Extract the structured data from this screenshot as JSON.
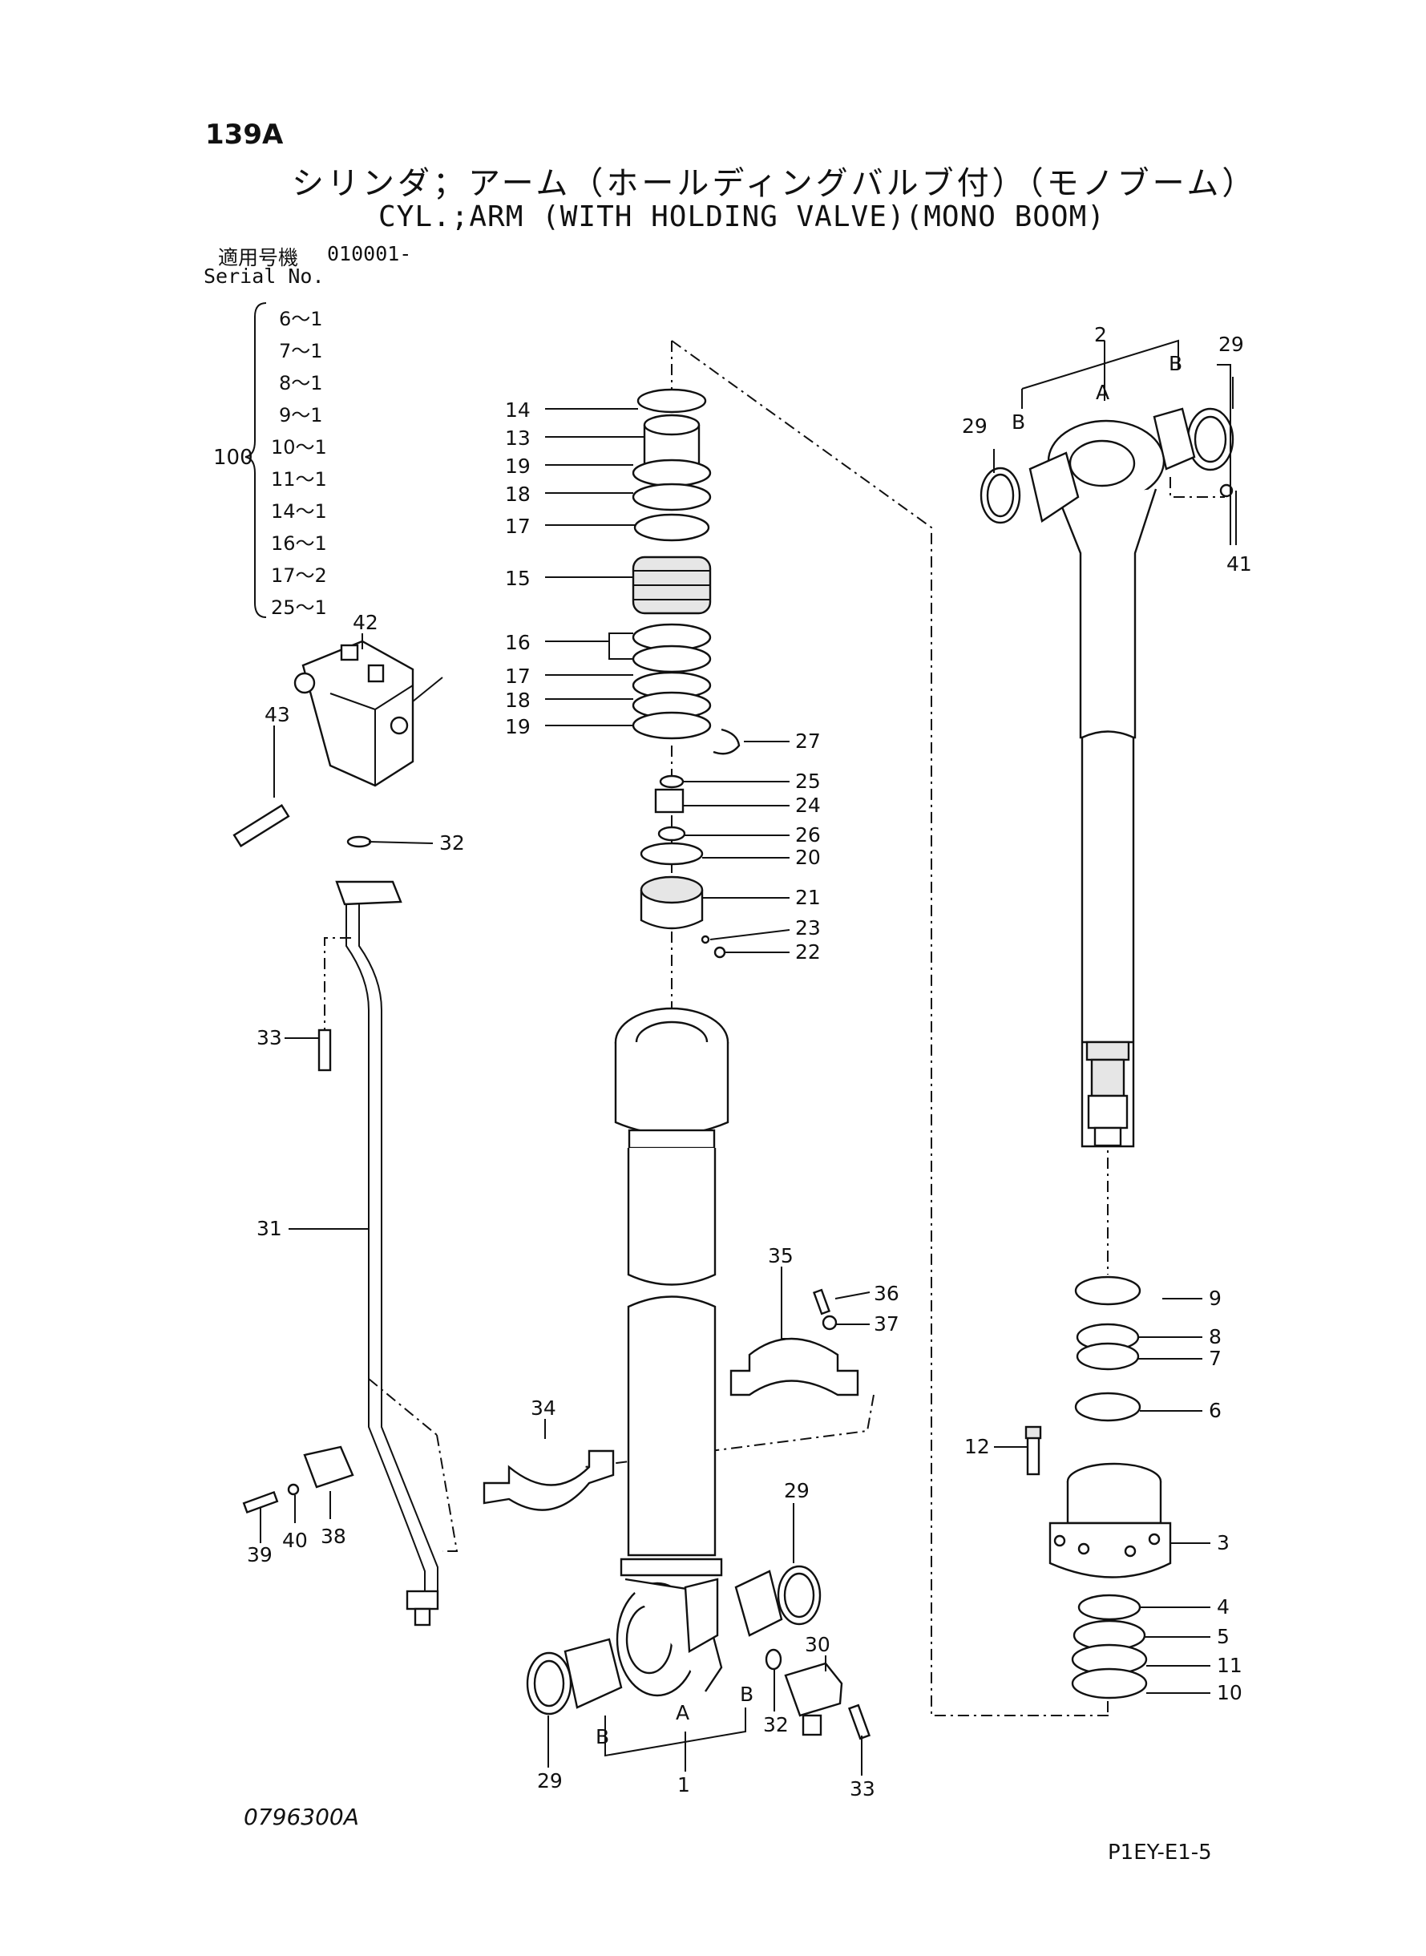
{
  "header": {
    "page_code": "139A",
    "title_ja": "シリンダ；アーム（ホールディングバルブ付）（モノブーム）",
    "title_en": "CYL.;ARM (WITH HOLDING VALVE)(MONO BOOM)",
    "serial_label_ja": "適用号機",
    "serial_value": "010001-",
    "serial_label_en": "Serial No."
  },
  "kit": {
    "label": "100",
    "items": [
      "6～1",
      "7～1",
      "8～1",
      "9～1",
      "10～1",
      "11～1",
      "14～1",
      "16～1",
      "17～2",
      "25～1"
    ]
  },
  "callouts": {
    "c1": "1",
    "c2": "2",
    "c3": "3",
    "c4": "4",
    "c5": "5",
    "c6": "6",
    "c7": "7",
    "c8": "8",
    "c9": "9",
    "c10": "10",
    "c11": "11",
    "c12": "12",
    "c13": "13",
    "c14": "14",
    "c15": "15",
    "c16": "16",
    "c17": "17",
    "c17b": "17",
    "c18": "18",
    "c18b": "18",
    "c19": "19",
    "c19b": "19",
    "c20": "20",
    "c21": "21",
    "c22": "22",
    "c23": "23",
    "c24": "24",
    "c25": "25",
    "c26": "26",
    "c27": "27",
    "c29a": "29",
    "c29b": "29",
    "c29c": "29",
    "c29d": "29",
    "c30": "30",
    "c31": "31",
    "c32a": "32",
    "c32b": "32",
    "c33a": "33",
    "c33b": "33",
    "c34": "34",
    "c35": "35",
    "c36": "36",
    "c37": "37",
    "c38": "38",
    "c39": "39",
    "c40": "40",
    "c41": "41",
    "c42": "42",
    "c43": "43",
    "A1": "A",
    "B1": "B",
    "B2": "B",
    "A2": "A",
    "B3": "B",
    "B4": "B"
  },
  "footer": {
    "drawing_no": "0796300A",
    "sheet_no": "P1EY-E1-5"
  }
}
